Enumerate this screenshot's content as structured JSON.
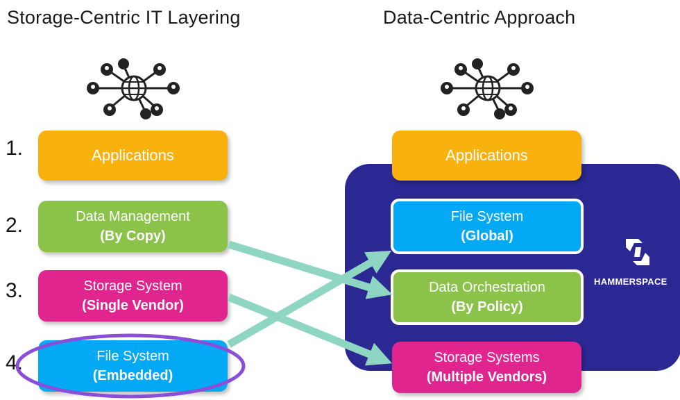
{
  "titles": {
    "left": "Storage-Centric IT Layering",
    "right": "Data-Centric Approach"
  },
  "icons": {
    "network_left": "network-globe-icon",
    "network_right": "network-globe-icon",
    "brand_logo": "hammerspace-logo-icon"
  },
  "left_stack": [
    {
      "number": "1.",
      "line1": "Applications",
      "line2": ""
    },
    {
      "number": "2.",
      "line1": "Data Management",
      "line2": "(By Copy)"
    },
    {
      "number": "3.",
      "line1": "Storage System",
      "line2": "(Single Vendor)"
    },
    {
      "number": "4.",
      "line1": "File System",
      "line2": "(Embedded)"
    }
  ],
  "right_stack": [
    {
      "line1": "Applications",
      "line2": ""
    },
    {
      "line1": "File System",
      "line2": "(Global)"
    },
    {
      "line1": "Data Orchestration",
      "line2": "(By Policy)"
    },
    {
      "line1": "Storage Systems",
      "line2": "(Multiple Vendors)"
    }
  ],
  "brand": {
    "name": "HAMMERSPACE"
  },
  "colors": {
    "applications": "#f9b10e",
    "data_layer": "#8bc34a",
    "storage": "#e0258f",
    "file_system": "#03a9f4",
    "panel": "#2b2894",
    "arrow": "#8fd6c2",
    "highlight_ellipse": "#8a4fd8"
  }
}
